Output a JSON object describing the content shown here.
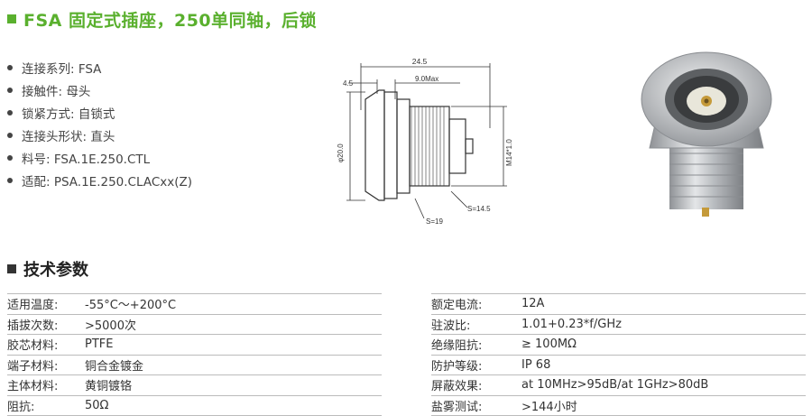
{
  "title": "FSA 固定式插座，250单同轴，后锁",
  "specs": [
    {
      "label": "连接系列: FSA"
    },
    {
      "label": "接触件: 母头"
    },
    {
      "label": "锁紧方式: 自锁式"
    },
    {
      "label": "连接头形状: 直头"
    },
    {
      "label": "料号: FSA.1E.250.CTL"
    },
    {
      "label": "适配: PSA.1E.250.CLACxx(Z)"
    }
  ],
  "drawing": {
    "dim_total": "24.5",
    "dim_left": "4.5",
    "dim_max": "9.0Max",
    "dim_diameter": "φ20.0",
    "dim_thread": "M14*1.0",
    "dim_s145": "S=14.5",
    "dim_s19": "S=19"
  },
  "section_title": "技术参数",
  "params_left": [
    {
      "k": "适用温度:",
      "v": "-55°C～+200°C"
    },
    {
      "k": "插拔次数:",
      "v": ">5000次"
    },
    {
      "k": "胶芯材料:",
      "v": "PTFE"
    },
    {
      "k": "端子材料:",
      "v": "铜合金镀金"
    },
    {
      "k": "主体材料:",
      "v": "黄铜镀铬"
    },
    {
      "k": "阻抗:",
      "v": "50Ω"
    }
  ],
  "params_right": [
    {
      "k": "额定电流:",
      "v": "12A"
    },
    {
      "k": "驻波比:",
      "v": "1.01+0.23*f/GHz"
    },
    {
      "k": "绝缘阻抗:",
      "v": "≥ 100MΩ"
    },
    {
      "k": "防护等级:",
      "v": "IP 68"
    },
    {
      "k": "屏蔽效果:",
      "v": "at 10MHz>95dB/at 1GHz>80dB"
    },
    {
      "k": "盐雾测试:",
      "v": ">144小时"
    }
  ],
  "colors": {
    "accent": "#5ab02e"
  }
}
